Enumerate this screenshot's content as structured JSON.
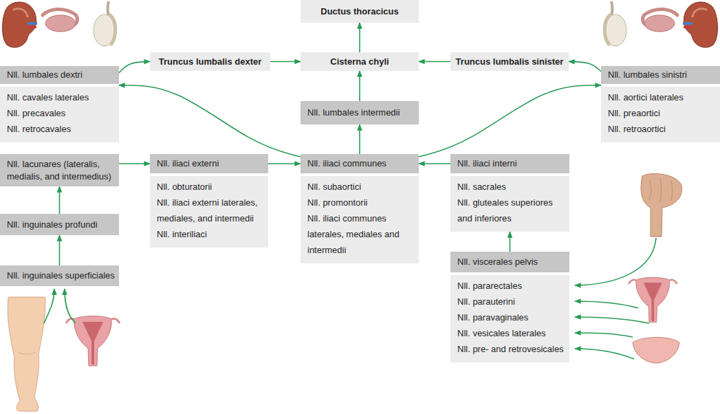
{
  "diagram": {
    "nodes": [
      {
        "text": [
          "Ductus thoracicus"
        ]
      },
      {
        "text": [
          "Truncus lumbalis dexter"
        ]
      },
      {
        "text": [
          "Cisterna chyli"
        ]
      },
      {
        "text": [
          "Truncus lumbalis sinister"
        ]
      },
      {
        "text": [
          "Nll. lumbales dextri",
          "Nll. cavales laterales",
          "Nll. precavales",
          "Nll. retrocavales"
        ]
      },
      {
        "text": [
          "Nll. lumbales sinistri",
          "Nll. aortici laterales",
          "Nll. preaortici",
          "Nll. retroaortici"
        ]
      },
      {
        "text": [
          "Nll. lumbales intermedii"
        ]
      },
      {
        "text": [
          "Nll. lacunares (lateralis, medialis, and intermedius)"
        ]
      },
      {
        "text": [
          "Nll. iliaci externi",
          "Nll. obturatorii",
          "Nll. iliaci externi laterales, mediales, and intermedii",
          "Nll. interiliaci"
        ]
      },
      {
        "text": [
          "Nll. iliaci communes",
          "Nll. subaortici",
          "Nll. promontorii",
          "Nll. iliaci communes laterales, mediales and intermedii"
        ]
      },
      {
        "text": [
          "Nll. iliaci interni",
          "Nll. sacrales",
          "Nll. gluteales superiores and inferiores"
        ]
      },
      {
        "text": [
          "Nll. inguinales profundi"
        ]
      },
      {
        "text": [
          "Nll. viscerales pelvis",
          "Nll. pararectales",
          "Nll. parauterini",
          "Nll. paravaginales",
          "Nll. vesicales laterales",
          "Nll. pre- and retrovesicales"
        ]
      },
      {
        "text": [
          "Nll. inguinales superficiales"
        ]
      }
    ],
    "edges": [
      {
        "from": 4,
        "to": 1,
        "arrow": "to"
      },
      {
        "from": 1,
        "to": 2,
        "arrow": "to"
      },
      {
        "from": 3,
        "to": 2,
        "arrow": "to"
      },
      {
        "from": 5,
        "to": 3,
        "arrow": "to"
      },
      {
        "from": 2,
        "to": 0,
        "arrow": "to"
      },
      {
        "from": 6,
        "to": 2,
        "arrow": "to"
      },
      {
        "from": 9,
        "to": 6,
        "arrow": "to"
      },
      {
        "from": 9,
        "to": 4,
        "arrow": "to"
      },
      {
        "from": 9,
        "to": 5,
        "arrow": "to"
      },
      {
        "from": 7,
        "to": 8,
        "arrow": "to"
      },
      {
        "from": 8,
        "to": 9,
        "arrow": "to"
      },
      {
        "from": 10,
        "to": 9,
        "arrow": "to"
      },
      {
        "from": 11,
        "to": 7,
        "arrow": "to"
      },
      {
        "from": 13,
        "to": 11,
        "arrow": "to"
      },
      {
        "from": 12,
        "to": 10,
        "arrow": "to"
      }
    ]
  }
}
